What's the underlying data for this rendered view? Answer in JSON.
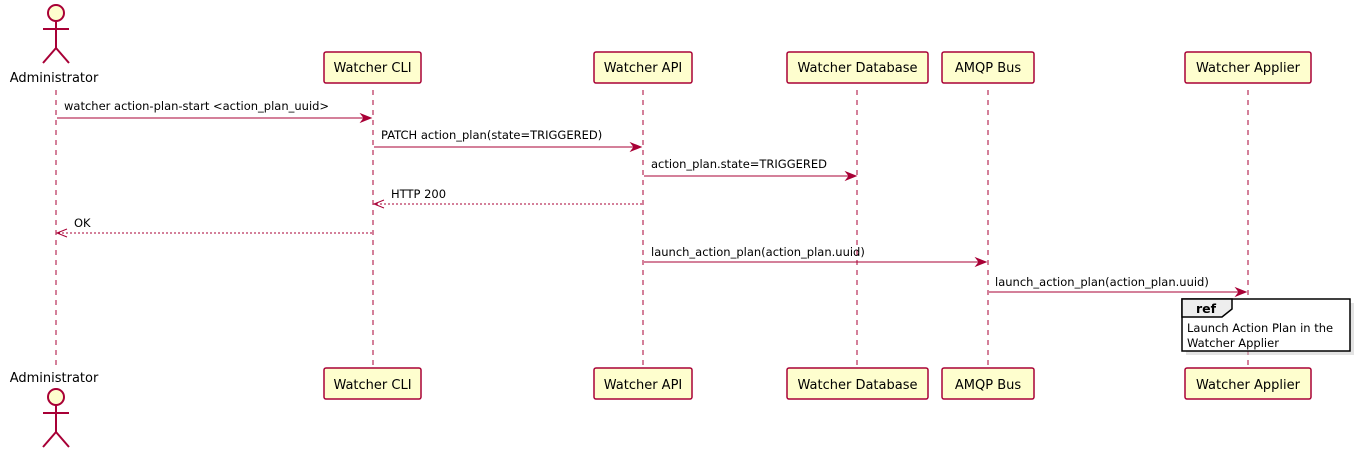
{
  "participants": [
    {
      "id": "admin",
      "label": "Administrator",
      "kind": "actor"
    },
    {
      "id": "cli",
      "label": "Watcher CLI",
      "kind": "participant"
    },
    {
      "id": "api",
      "label": "Watcher API",
      "kind": "participant"
    },
    {
      "id": "db",
      "label": "Watcher Database",
      "kind": "participant"
    },
    {
      "id": "amqp",
      "label": "AMQP Bus",
      "kind": "participant"
    },
    {
      "id": "applier",
      "label": "Watcher Applier",
      "kind": "participant"
    }
  ],
  "messages": [
    {
      "from": "admin",
      "to": "cli",
      "text": "watcher action-plan-start <action_plan_uuid>",
      "style": "solid"
    },
    {
      "from": "cli",
      "to": "api",
      "text": "PATCH action_plan(state=TRIGGERED)",
      "style": "solid"
    },
    {
      "from": "api",
      "to": "db",
      "text": "action_plan.state=TRIGGERED",
      "style": "solid"
    },
    {
      "from": "api",
      "to": "cli",
      "text": "HTTP 200",
      "style": "dashed"
    },
    {
      "from": "cli",
      "to": "admin",
      "text": "OK",
      "style": "dashed"
    },
    {
      "from": "api",
      "to": "amqp",
      "text": "launch_action_plan(action_plan.uuid)",
      "style": "solid"
    },
    {
      "from": "amqp",
      "to": "applier",
      "text": "launch_action_plan(action_plan.uuid)",
      "style": "solid"
    }
  ],
  "ref": {
    "title": "ref",
    "lines": [
      "Launch Action Plan in the",
      "Watcher Applier"
    ]
  },
  "colors": {
    "border": "#A80036",
    "fill": "#FEFECE"
  }
}
